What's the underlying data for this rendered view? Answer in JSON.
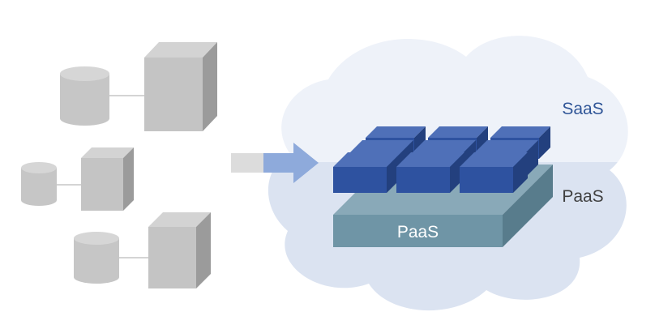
{
  "labels": {
    "cloud_top": "SaaS",
    "cloud_bottom": "PaaS",
    "platform": "PaaS"
  },
  "colors": {
    "server_front": "#c4c4c4",
    "server_top": "#d3d3d3",
    "server_side": "#9b9b9b",
    "cylinder": "#c6c6c6",
    "cylinder_top": "#d6d6d6",
    "connector": "#a8a8a8",
    "arrow_light": "#dcdcdc",
    "arrow_blue": "#8eaadb",
    "cloud_upper": "#eef2f9",
    "cloud_lower": "#dbe3f1",
    "platform_front": "#6f95a6",
    "platform_top": "#89a9b8",
    "platform_side": "#587c8c",
    "cube_front": "#2e52a0",
    "cube_top": "#4f70b8",
    "cube_side": "#23407e",
    "saas_text": "#2f5597",
    "paas_text": "#404040"
  },
  "icons": {
    "server": "server-icon",
    "database": "database-icon",
    "arrow": "migration-arrow-icon",
    "cloud": "cloud-icon"
  }
}
